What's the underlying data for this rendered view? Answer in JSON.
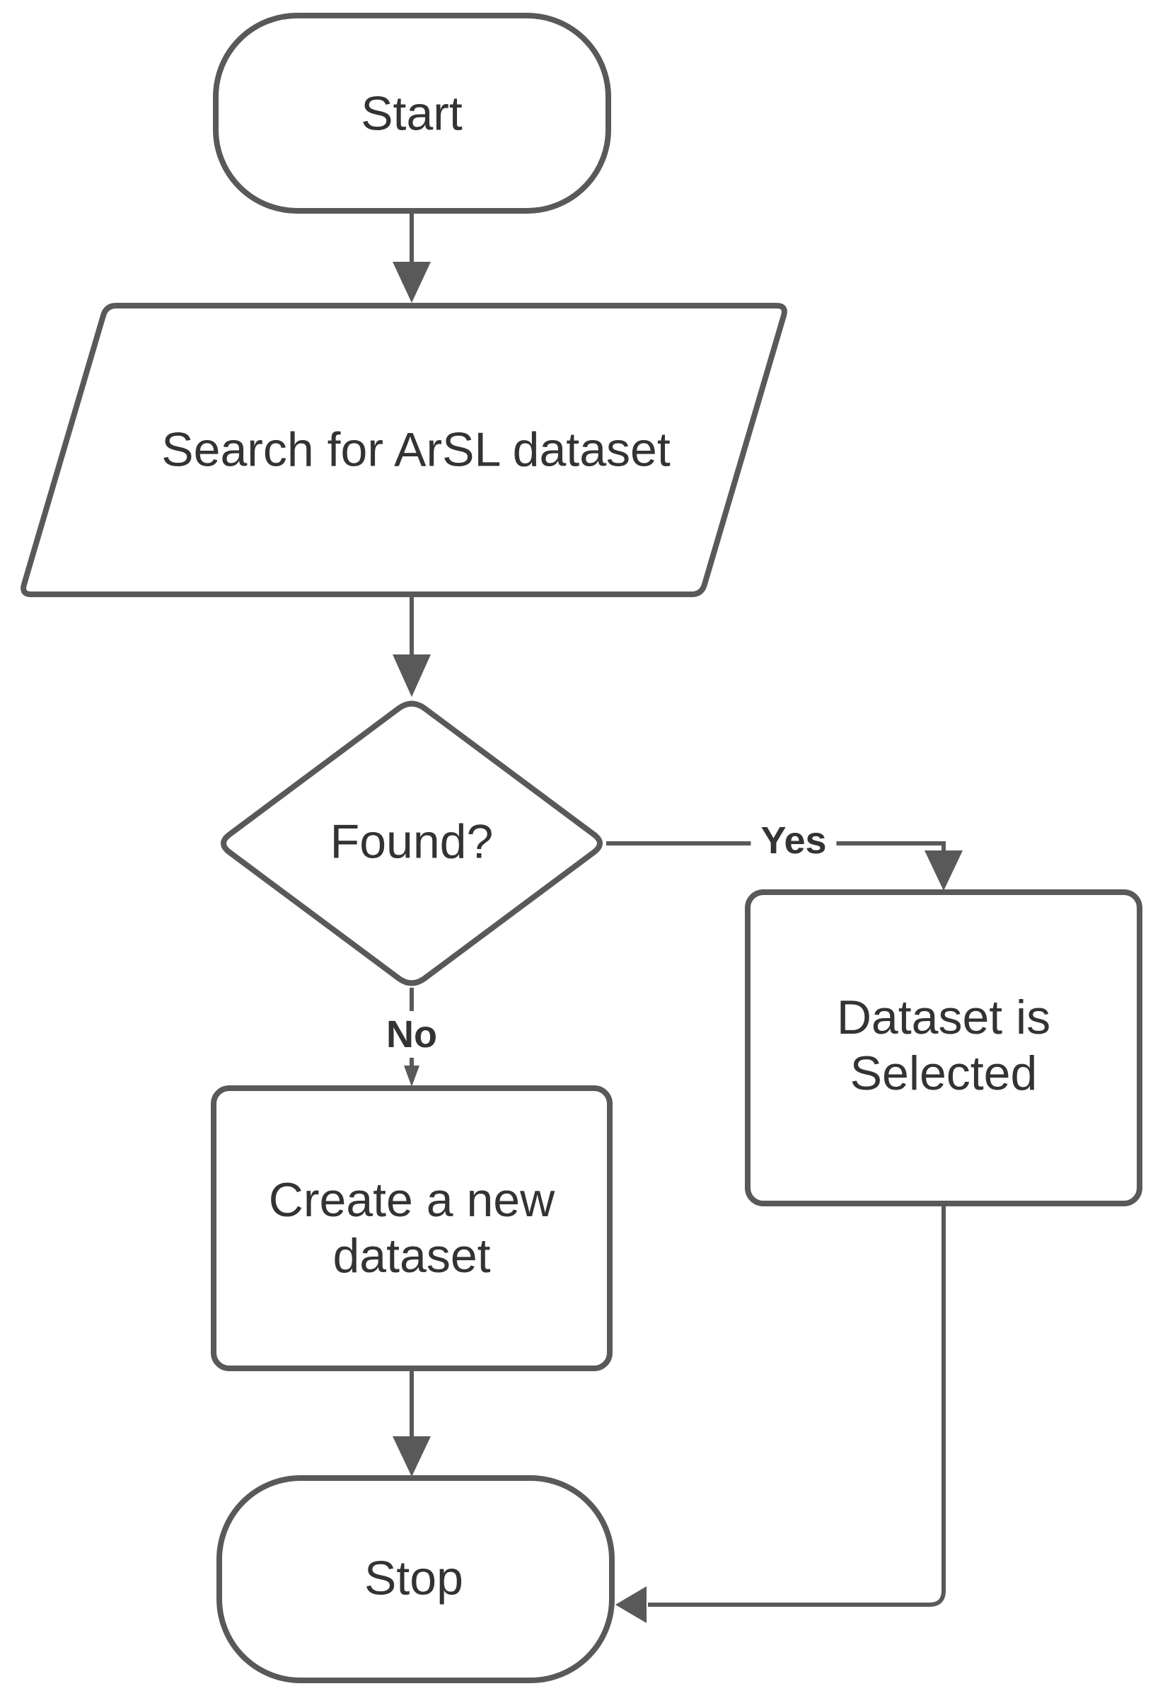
{
  "diagram": {
    "type": "flowchart",
    "colors": {
      "stroke": "#595959",
      "text": "#333333",
      "background": "#ffffff"
    },
    "nodes": {
      "start": {
        "label": "Start",
        "shape": "terminator"
      },
      "search": {
        "label": "Search for ArSL dataset",
        "shape": "parallelogram-io"
      },
      "found": {
        "label": "Found?",
        "shape": "decision-diamond"
      },
      "dataset_selected": {
        "label": "Dataset is Selected",
        "shape": "process-rectangle"
      },
      "create": {
        "label": "Create a new dataset",
        "shape": "process-rectangle"
      },
      "stop": {
        "label": "Stop",
        "shape": "terminator"
      }
    },
    "edges": {
      "start_to_search": {
        "from": "start",
        "to": "search",
        "label": ""
      },
      "search_to_found": {
        "from": "search",
        "to": "found",
        "label": ""
      },
      "found_yes": {
        "from": "found",
        "to": "dataset_selected",
        "label": "Yes"
      },
      "found_no": {
        "from": "found",
        "to": "create",
        "label": "No"
      },
      "create_to_stop": {
        "from": "create",
        "to": "stop",
        "label": ""
      },
      "selected_to_stop": {
        "from": "dataset_selected",
        "to": "stop",
        "label": ""
      }
    }
  }
}
